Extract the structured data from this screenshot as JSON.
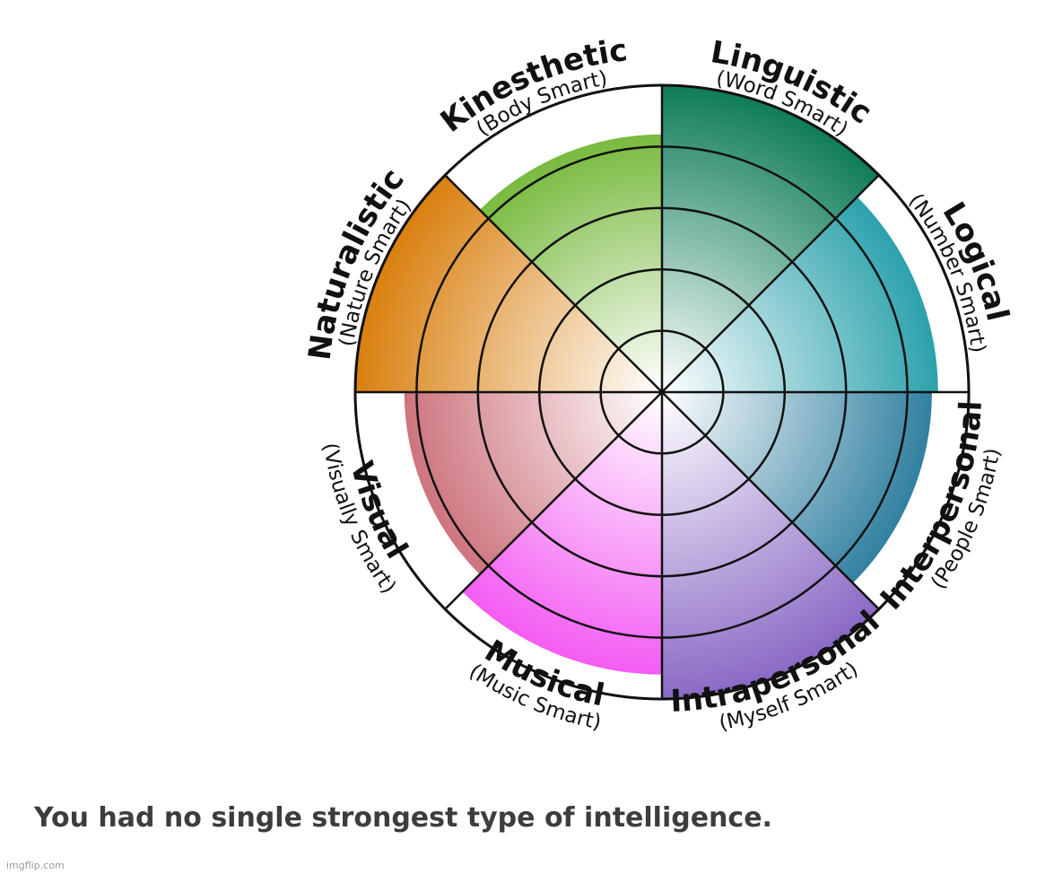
{
  "chart_data": {
    "type": "radial-bar",
    "rings": 5,
    "max": 5,
    "categories": [
      {
        "name": "Linguistic",
        "subtitle": "(Word Smart)",
        "value": 5,
        "color": "#0f7c5a"
      },
      {
        "name": "Logical",
        "subtitle": "(Number Smart)",
        "value": 4.5,
        "color": "#1497a3"
      },
      {
        "name": "Interpersonal",
        "subtitle": "(People Smart)",
        "value": 4.4,
        "color": "#156f94"
      },
      {
        "name": "Intrapersonal",
        "subtitle": "(Myself Smart)",
        "value": 5,
        "color": "#8a69c5"
      },
      {
        "name": "Musical",
        "subtitle": "(Music Smart)",
        "value": 4.6,
        "color": "#f24ef2"
      },
      {
        "name": "Visual",
        "subtitle": "(Visually Smart)",
        "value": 4.2,
        "color": "#c45a66"
      },
      {
        "name": "Naturalistic",
        "subtitle": "(Nature Smart)",
        "value": 5,
        "color": "#d9800f"
      },
      {
        "name": "Kinesthetic",
        "subtitle": "(Body Smart)",
        "value": 4.2,
        "color": "#5fad1a"
      }
    ]
  },
  "result": {
    "text": "You had no single strongest type of intelligence."
  },
  "watermark": "imgflip.com"
}
